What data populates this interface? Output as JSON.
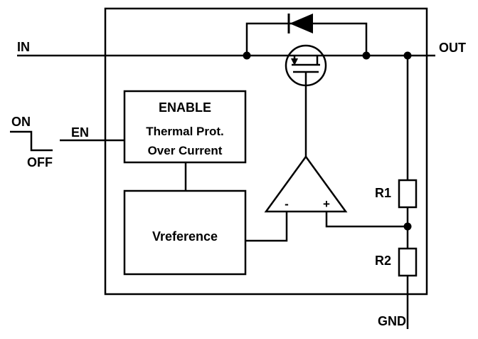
{
  "diagram": {
    "description": "LDO voltage regulator functional block diagram",
    "pins": {
      "in": "IN",
      "out": "OUT",
      "en": "EN",
      "gnd": "GND"
    },
    "waveform": {
      "on": "ON",
      "off": "OFF"
    },
    "enable_block": {
      "title": "ENABLE",
      "line2": "Thermal Prot.",
      "line3": "Over Current"
    },
    "vref_block": {
      "label": "Vreference"
    },
    "error_amp": {
      "inverting": "-",
      "noninverting": "+"
    },
    "feedback": {
      "r1": "R1",
      "r2": "R2"
    },
    "colors": {
      "stroke": "#000000",
      "background": "#ffffff"
    }
  }
}
